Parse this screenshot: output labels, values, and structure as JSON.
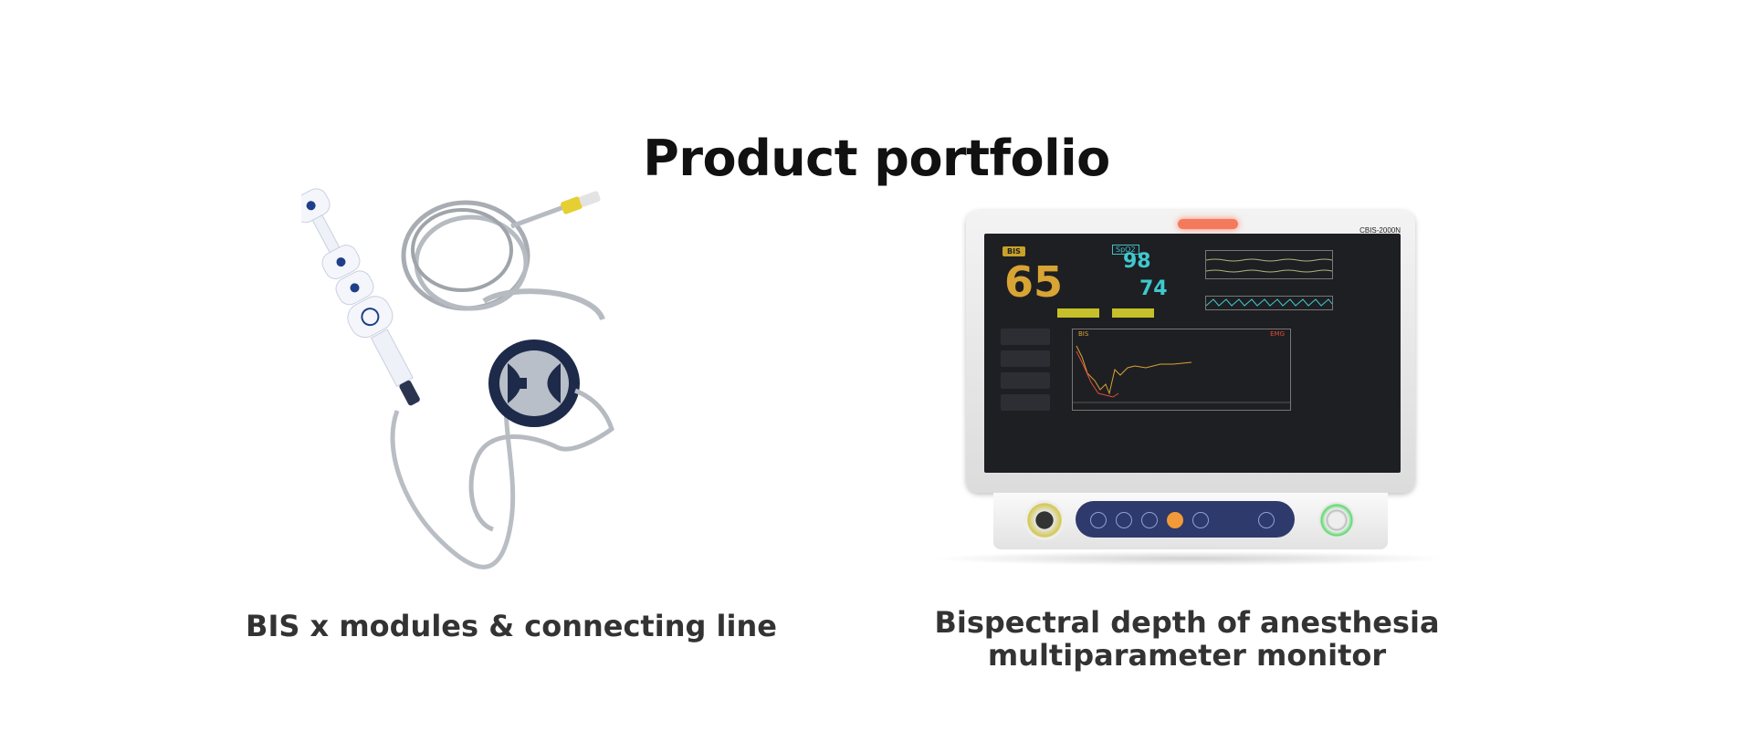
{
  "page": {
    "title": "Product portfolio"
  },
  "products": [
    {
      "caption": "BIS x modules & connecting line",
      "image": "bis-sensor-and-cable-photo"
    },
    {
      "caption_line1": "Bispectral depth of anesthesia",
      "caption_line2": "multiparameter monitor",
      "image": "anesthesia-monitor-photo",
      "device": {
        "model": "CBIS-2000N",
        "bis_label": "BIS",
        "bis_value": "65",
        "spo2_label": "SpO2",
        "spo2_value": "98",
        "pr_value": "74",
        "trend_label": "BIS",
        "emg_label": "EMG"
      }
    }
  ],
  "colors": {
    "title": "#111111",
    "caption": "#333333",
    "bis_amber": "#d8a434",
    "spo2_cyan": "#3fc8d0",
    "panel_navy": "#2d3a6b"
  }
}
